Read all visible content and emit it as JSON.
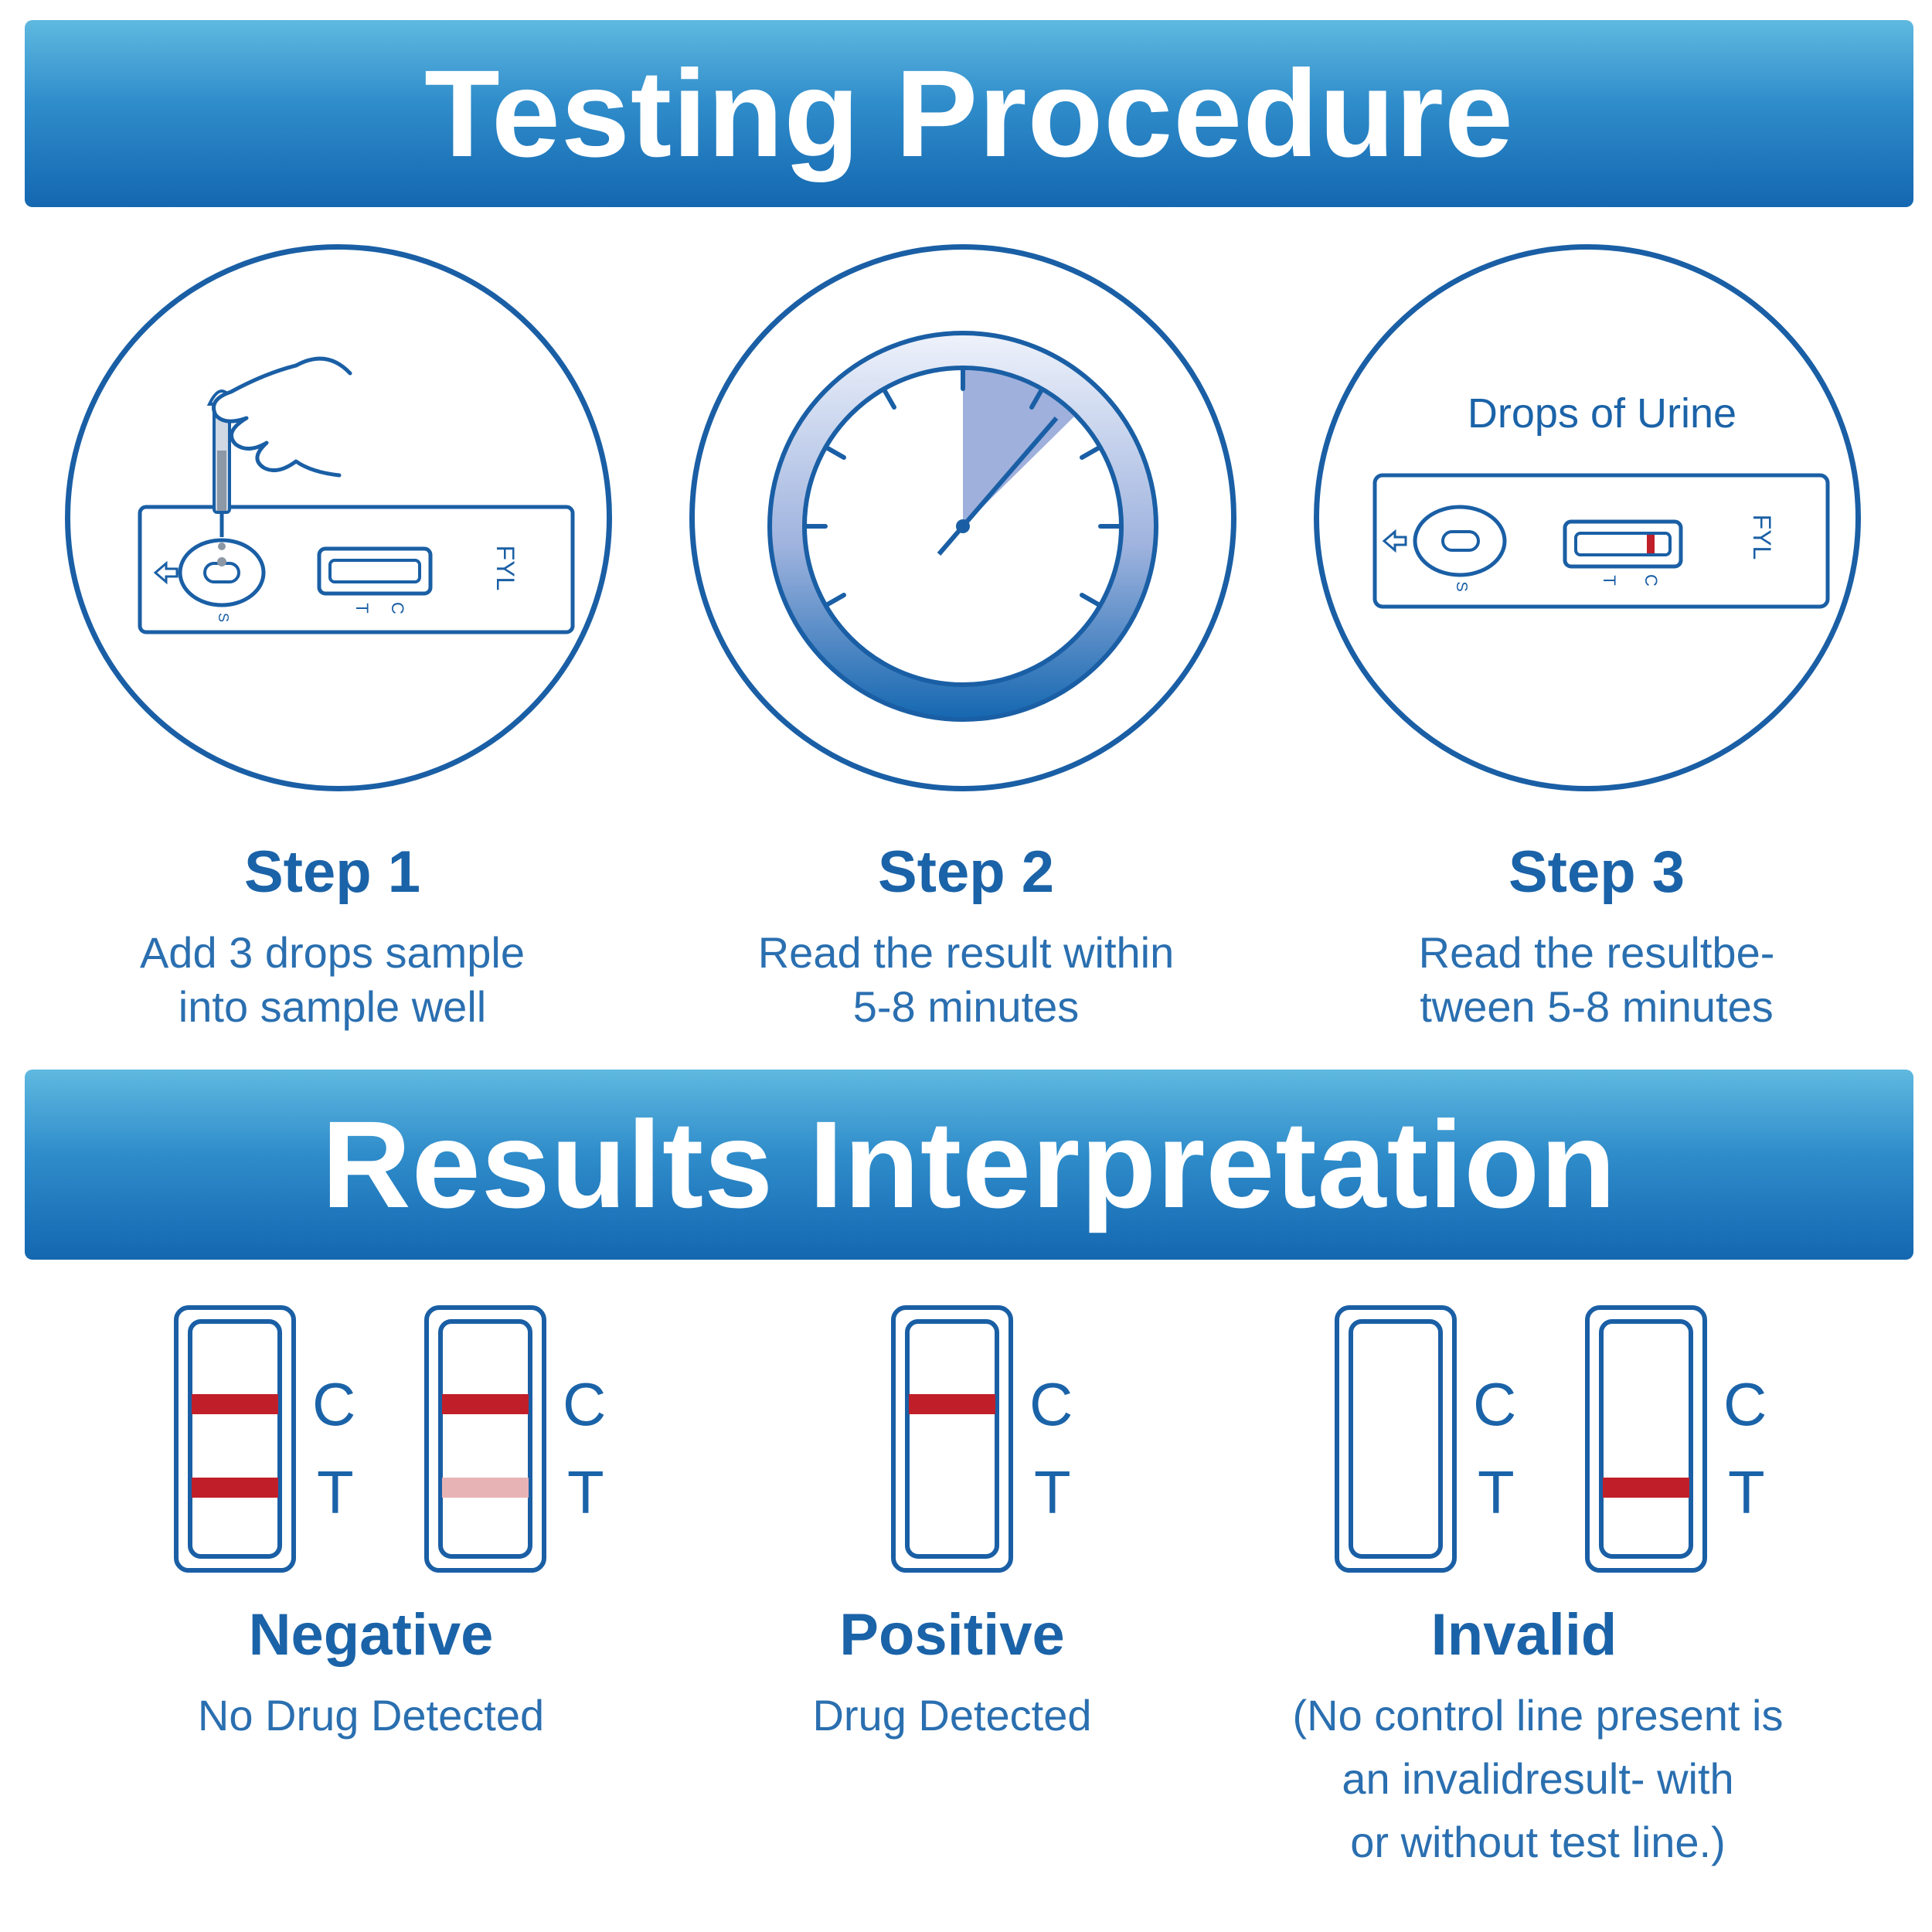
{
  "banners": {
    "top_title": "Testing Procedure",
    "bottom_title": "Results Interpretation"
  },
  "steps": [
    {
      "title": "Step 1",
      "desc_line1": "Add 3 drops sample",
      "desc_line2": "into sample well"
    },
    {
      "title": "Step 2",
      "desc_line1": "Read the result within",
      "desc_line2": "5-8 minutes"
    },
    {
      "title": "Step 3",
      "desc_line1": "Read the resultbe-",
      "desc_line2": "tween 5-8 minutes"
    }
  ],
  "step3_caption": "Drops of Urine",
  "device": {
    "brand": "FYL",
    "sample_label": "S",
    "control_label": "C",
    "test_label": "T"
  },
  "results": {
    "negative": {
      "title": "Negative",
      "desc": "No Drug Detected"
    },
    "positive": {
      "title": "Positive",
      "desc": "Drug Detected"
    },
    "invalid": {
      "title": "Invalid",
      "desc_line1": "(No control line present is",
      "desc_line2": "an invalidresult- with",
      "desc_line3": "or without test line.)"
    }
  },
  "strip_labels": {
    "control": "C",
    "test": "T"
  },
  "colors": {
    "brand_blue": "#1b63a8",
    "line_red": "#c01f2a",
    "faint_red": "#e8b3b5",
    "timer_wedge": "#9fb0dc"
  }
}
